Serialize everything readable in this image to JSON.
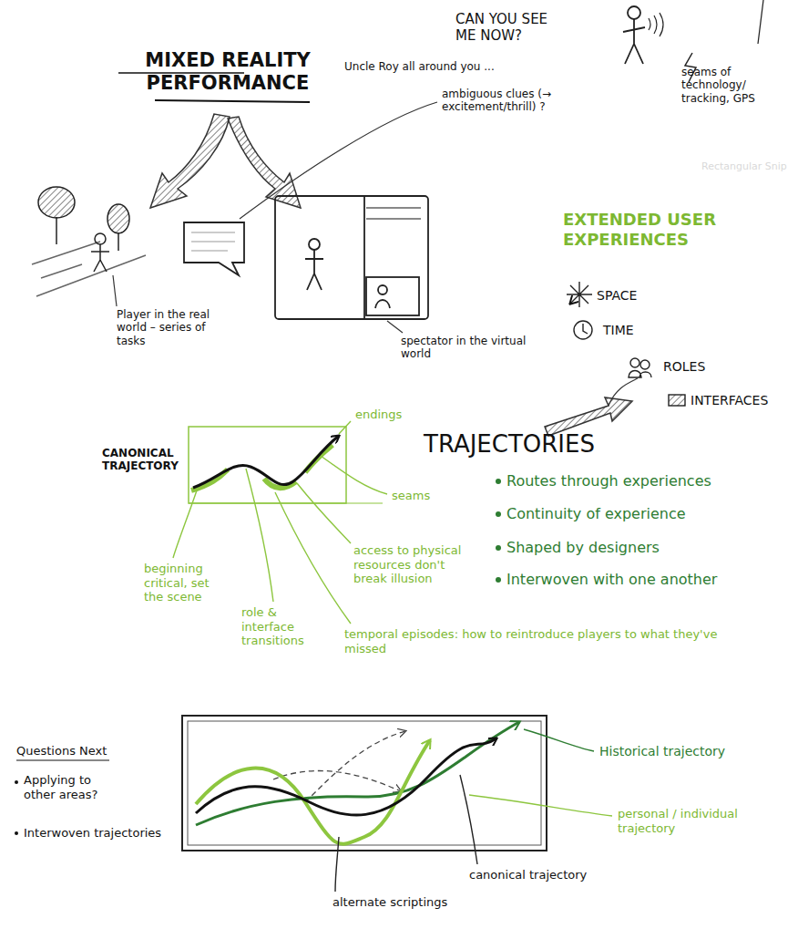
{
  "diagram": {
    "title": "MIXED REALITY PERFORMANCE",
    "labels": [
      "CAN YOU SEE ME NOW?",
      "Uncle Roy all around you ...",
      "ambiguous clues (→ excitement/thrill) ?",
      "seams of technology/ tracking, GPS",
      "Rectangular Snip",
      "Player in the real world – series of tasks",
      "spectator in the virtual world",
      "EXTENDED USER EXPERIENCES",
      "SPACE",
      "TIME",
      "ROLES",
      "INTERFACES",
      "TRAJECTORIES",
      "Routes through experiences",
      "Continuity of experience",
      "Shaped by designers",
      "Interwoven with one another",
      "CANONICAL TRAJECTORY",
      "endings",
      "seams",
      "access to physical resources don't break illusion",
      "beginning critical, set the scene",
      "role & interface transitions",
      "temporal episodes: how to reintroduce players to what they've missed",
      "Questions Next",
      "Applying to other areas?",
      "Interwoven trajectories",
      "Historical trajectory",
      "personal / individual trajectory",
      "alternate scriptings",
      "canonical trajectory"
    ]
  }
}
